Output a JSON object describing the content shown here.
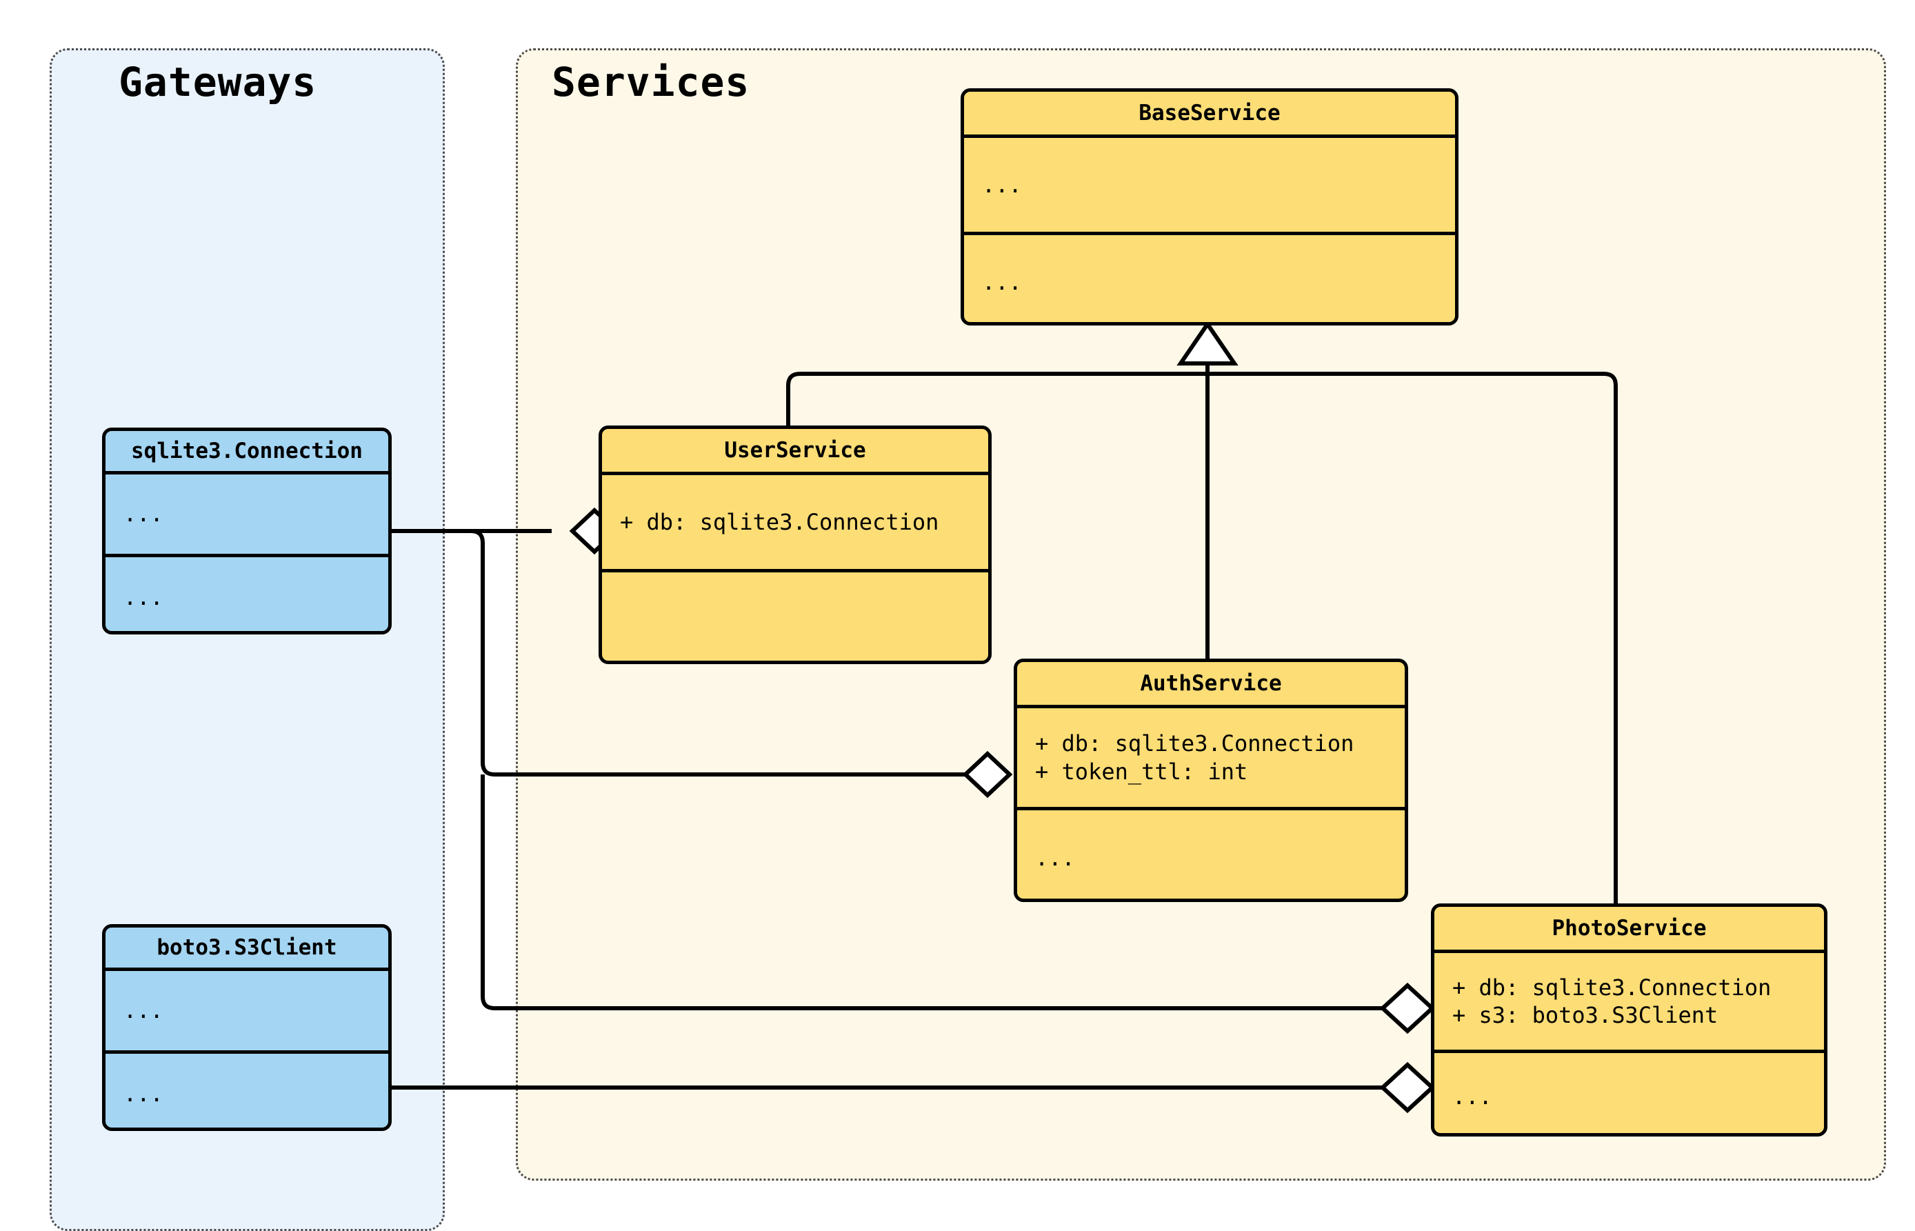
{
  "diagram": {
    "type": "uml-class-diagram",
    "packages": [
      {
        "id": "gateways",
        "title": "Gateways",
        "fill": "#eaf3fc",
        "border": "#4a4a4a"
      },
      {
        "id": "services",
        "title": "Services",
        "fill": "#fdf8e8",
        "border": "#4a4a4a"
      }
    ],
    "colors": {
      "service_fill": "#fcdd76",
      "gateway_fill": "#a4d5f2",
      "stroke": "#000000",
      "gateways_bg": "#eaf3fc",
      "services_bg": "#fdf8e8"
    }
  },
  "classes": {
    "base_service": {
      "name": "BaseService",
      "attributes": [
        "..."
      ],
      "methods": [
        "..."
      ],
      "package": "Services"
    },
    "user_service": {
      "name": "UserService",
      "attributes": [
        "+ db: sqlite3.Connection"
      ],
      "methods": [],
      "package": "Services"
    },
    "auth_service": {
      "name": "AuthService",
      "attributes": [
        "+ db: sqlite3.Connection",
        "+ token_ttl: int"
      ],
      "methods": [
        "..."
      ],
      "package": "Services"
    },
    "photo_service": {
      "name": "PhotoService",
      "attributes": [
        "+ db: sqlite3.Connection",
        "+ s3: boto3.S3Client"
      ],
      "methods": [
        "..."
      ],
      "package": "Services"
    },
    "sqlite_conn": {
      "name": "sqlite3.Connection",
      "attributes": [
        "..."
      ],
      "methods": [
        "..."
      ],
      "package": "Gateways"
    },
    "s3_client": {
      "name": "boto3.S3Client",
      "attributes": [
        "..."
      ],
      "methods": [
        "..."
      ],
      "package": "Gateways"
    }
  },
  "relationships": [
    {
      "kind": "inheritance",
      "from": "UserService",
      "to": "BaseService",
      "marker": "hollow-triangle"
    },
    {
      "kind": "inheritance",
      "from": "AuthService",
      "to": "BaseService",
      "marker": "hollow-triangle"
    },
    {
      "kind": "inheritance",
      "from": "PhotoService",
      "to": "BaseService",
      "marker": "hollow-triangle"
    },
    {
      "kind": "aggregation",
      "from": "UserService",
      "to": "sqlite3.Connection",
      "marker": "hollow-diamond"
    },
    {
      "kind": "aggregation",
      "from": "AuthService",
      "to": "sqlite3.Connection",
      "marker": "hollow-diamond"
    },
    {
      "kind": "aggregation",
      "from": "PhotoService",
      "to": "sqlite3.Connection",
      "marker": "hollow-diamond"
    },
    {
      "kind": "aggregation",
      "from": "PhotoService",
      "to": "boto3.S3Client",
      "marker": "hollow-diamond"
    }
  ]
}
